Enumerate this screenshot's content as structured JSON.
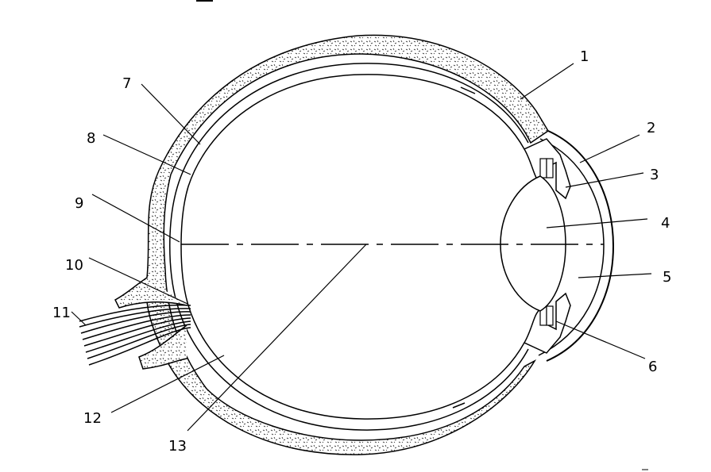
{
  "labels": [
    {
      "id": "1",
      "text": "1"
    },
    {
      "id": "2",
      "text": "2"
    },
    {
      "id": "3",
      "text": "3"
    },
    {
      "id": "4",
      "text": "4"
    },
    {
      "id": "5",
      "text": "5"
    },
    {
      "id": "6",
      "text": "6"
    },
    {
      "id": "7",
      "text": "7"
    },
    {
      "id": "8",
      "text": "8"
    },
    {
      "id": "9",
      "text": "9"
    },
    {
      "id": "10",
      "text": "10"
    },
    {
      "id": "11",
      "text": "11"
    },
    {
      "id": "12",
      "text": "12"
    },
    {
      "id": "13",
      "text": "13"
    }
  ],
  "colors": {
    "ink": "#000000",
    "background": "#ffffff"
  }
}
